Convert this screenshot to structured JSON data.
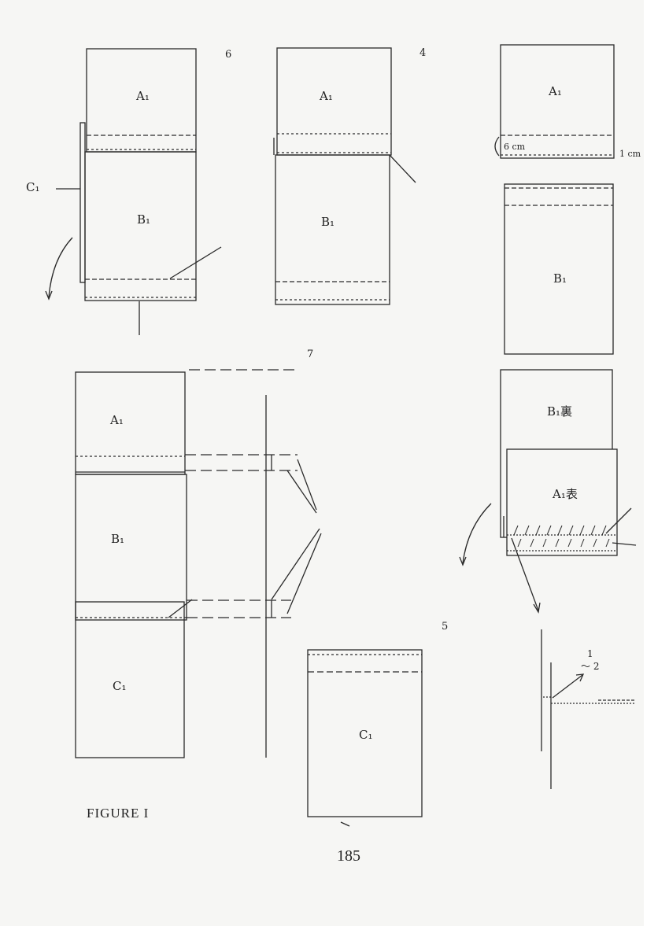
{
  "figure": {
    "caption": "FIGURE I",
    "page_number": "185",
    "step_numbers": {
      "step6": "6",
      "step4": "4",
      "step7": "7",
      "step5": "5"
    },
    "labels": {
      "a1": "A₁",
      "b1": "B₁",
      "c1": "C₁",
      "b1_back": "B₁裏",
      "a1_front": "A₁表",
      "dim_6cm": "6 cm",
      "dim_1cm": "1 cm",
      "dim_1mm": "1",
      "dim_2mm": "～ 2"
    }
  }
}
